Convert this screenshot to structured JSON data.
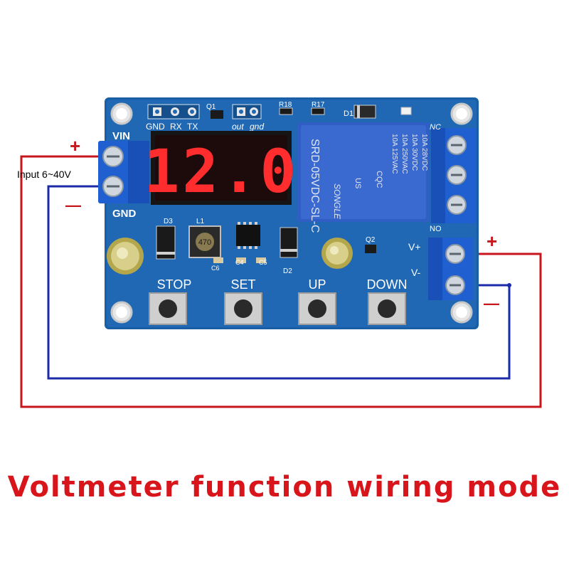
{
  "board": {
    "display_value": "12.0",
    "header_labels": {
      "gnd": "GND",
      "rx": "RX",
      "tx": "TX",
      "q1": "Q1",
      "out": "out",
      "gnd2": "gnd",
      "r18": "R18",
      "r17": "R17",
      "d1": "D1"
    },
    "vin_label": "VIN",
    "gnd_label": "GND",
    "nc_label": "NC",
    "no_label": "NO",
    "vplus_label": "V+",
    "vminus_label": "V-",
    "components": {
      "d3": "D3",
      "l1": "L1",
      "inductor_code": "470",
      "c6": "C6",
      "c4": "C4",
      "c5": "C5",
      "d2": "D2",
      "q2": "Q2"
    },
    "relay": {
      "model": "SRD-05VDC-SL-C",
      "ratings": [
        "10A 250VAC",
        "10A 125VAC",
        "10A 30VDC",
        "10A 28VDC"
      ],
      "brand": "SONGLE",
      "ul": "US",
      "cqc": "CQC"
    },
    "buttons": [
      "STOP",
      "SET",
      "UP",
      "DOWN"
    ]
  },
  "wiring": {
    "input_label": "Input 6~40V",
    "left_plus": "+",
    "left_minus": "—",
    "right_plus": "+",
    "right_minus": "—",
    "red_color": "#c8161d",
    "blue_color": "#1a2aa8"
  },
  "caption": "Voltmeter function wiring mode"
}
